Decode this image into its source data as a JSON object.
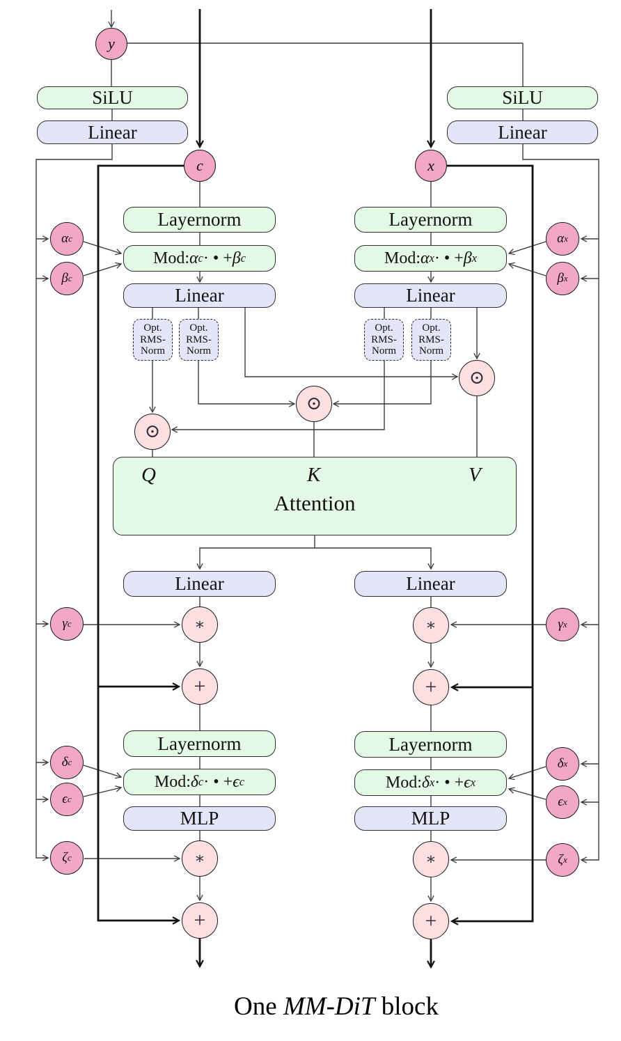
{
  "colors": {
    "box_green": "#e4f8e6",
    "box_purple": "#e4e5f9",
    "circle_pink": "#f3a7c6",
    "circle_light_pink": "#fcdfe0",
    "line_thin": "#3c3c3c",
    "line_thick": "#101010"
  },
  "caption": {
    "pre": "One ",
    "em": "MM-DiT",
    "post": " block"
  },
  "ops": {
    "odot": "⊙",
    "mul": "∗",
    "add": "+"
  },
  "inputs": {
    "y": "y",
    "c": "c",
    "x": "x"
  },
  "modulation": {
    "silu_left": "SiLU",
    "linear_left": "Linear",
    "silu_right": "SiLU",
    "linear_right": "Linear"
  },
  "attention": {
    "q": "Q",
    "k": "K",
    "v": "V",
    "label": "Attention"
  },
  "cond": {
    "layernorm1": "Layernorm",
    "mod1": "Mod: α_c · • + β_c",
    "linear1": "Linear",
    "rms_q": "Opt. RMS- Norm",
    "rms_k": "Opt. RMS- Norm",
    "linear2": "Linear",
    "layernorm2": "Layernorm",
    "mod2": "Mod: δ_c · • + ϵ_c",
    "mlp": "MLP"
  },
  "latent": {
    "layernorm1": "Layernorm",
    "mod1": "Mod: α_x · • + β_x",
    "linear1": "Linear",
    "rms_q": "Opt. RMS- Norm",
    "rms_k": "Opt. RMS- Norm",
    "linear2": "Linear",
    "layernorm2": "Layernorm",
    "mod2": "Mod: δ_x · • + ϵ_x",
    "mlp": "MLP"
  },
  "params_left": {
    "alpha": "α_c",
    "beta": "β_c",
    "gamma": "γ_c",
    "delta": "δ_c",
    "epsilon": "ϵ_c",
    "zeta": "ζ_c"
  },
  "params_right": {
    "alpha": "α_x",
    "beta": "β_x",
    "gamma": "γ_x",
    "delta": "δ_x",
    "epsilon": "ϵ_x",
    "zeta": "ζ_x"
  }
}
